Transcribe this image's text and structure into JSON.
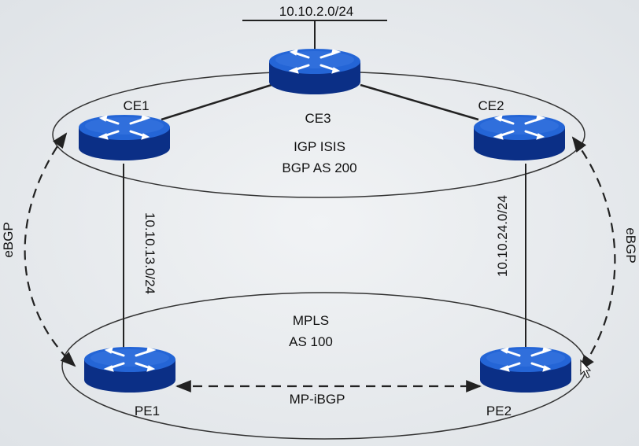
{
  "diagram": {
    "network_top": "10.10.2.0/24",
    "routers": {
      "ce1": "CE1",
      "ce2": "CE2",
      "ce3": "CE3",
      "pe1": "PE1",
      "pe2": "PE2"
    },
    "customer_domain": {
      "line1": "IGP ISIS",
      "line2": "BGP AS 200"
    },
    "provider_domain": {
      "line1": "MPLS",
      "line2": "AS 100"
    },
    "link_ce1_pe1": "10.10.13.0/24",
    "link_ce2_pe2": "10.10.24.0/24",
    "session_left": "eBGP",
    "session_right": "eBGP",
    "session_core": "MP-iBGP"
  },
  "colors": {
    "background": "#e9ecef",
    "router_top": "#1f5fd0",
    "router_side": "#0b2f86",
    "lines": "#222222"
  }
}
